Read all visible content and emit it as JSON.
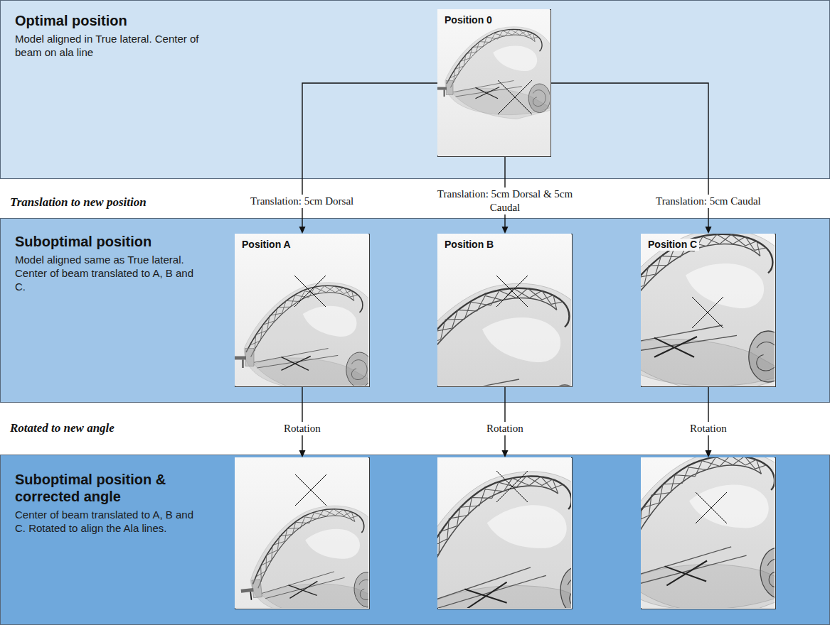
{
  "diagram": {
    "nodes": [
      {
        "text": [
          "Optimal position",
          "Model aligned in True lateral. Center of beam on ala line"
        ]
      },
      {
        "text": [
          "Position 0"
        ],
        "in": 0
      },
      {
        "text": [
          "Suboptimal position",
          "Model aligned same as True lateral. Center of beam translated to A, B and C."
        ]
      },
      {
        "text": [
          "Position A"
        ],
        "in": 2
      },
      {
        "text": [
          "Position B"
        ],
        "in": 2
      },
      {
        "text": [
          "Position C"
        ],
        "in": 2
      },
      {
        "text": [
          "Suboptimal position & corrected angle",
          "Center of beam translated to A, B and C. Rotated to align the Ala lines."
        ]
      },
      {
        "text": [],
        "in": 6
      },
      {
        "text": [],
        "in": 6
      },
      {
        "text": [],
        "in": 6
      }
    ],
    "edges": [
      {
        "from": 1,
        "to": 3,
        "arrow": "to",
        "label": "Translation: 5cm Dorsal"
      },
      {
        "from": 1,
        "to": 4,
        "arrow": "to",
        "label": "Translation: 5cm Dorsal & 5cm Caudal"
      },
      {
        "from": 1,
        "to": 5,
        "arrow": "to",
        "label": "Translation: 5cm Caudal"
      },
      {
        "from": 3,
        "to": 7,
        "arrow": "to",
        "label": "Rotation"
      },
      {
        "from": 4,
        "to": 8,
        "arrow": "to",
        "label": "Rotation"
      },
      {
        "from": 5,
        "to": 9,
        "arrow": "to",
        "label": "Rotation"
      }
    ],
    "labels": [
      "Translation to new position",
      "Rotated to new angle"
    ]
  }
}
